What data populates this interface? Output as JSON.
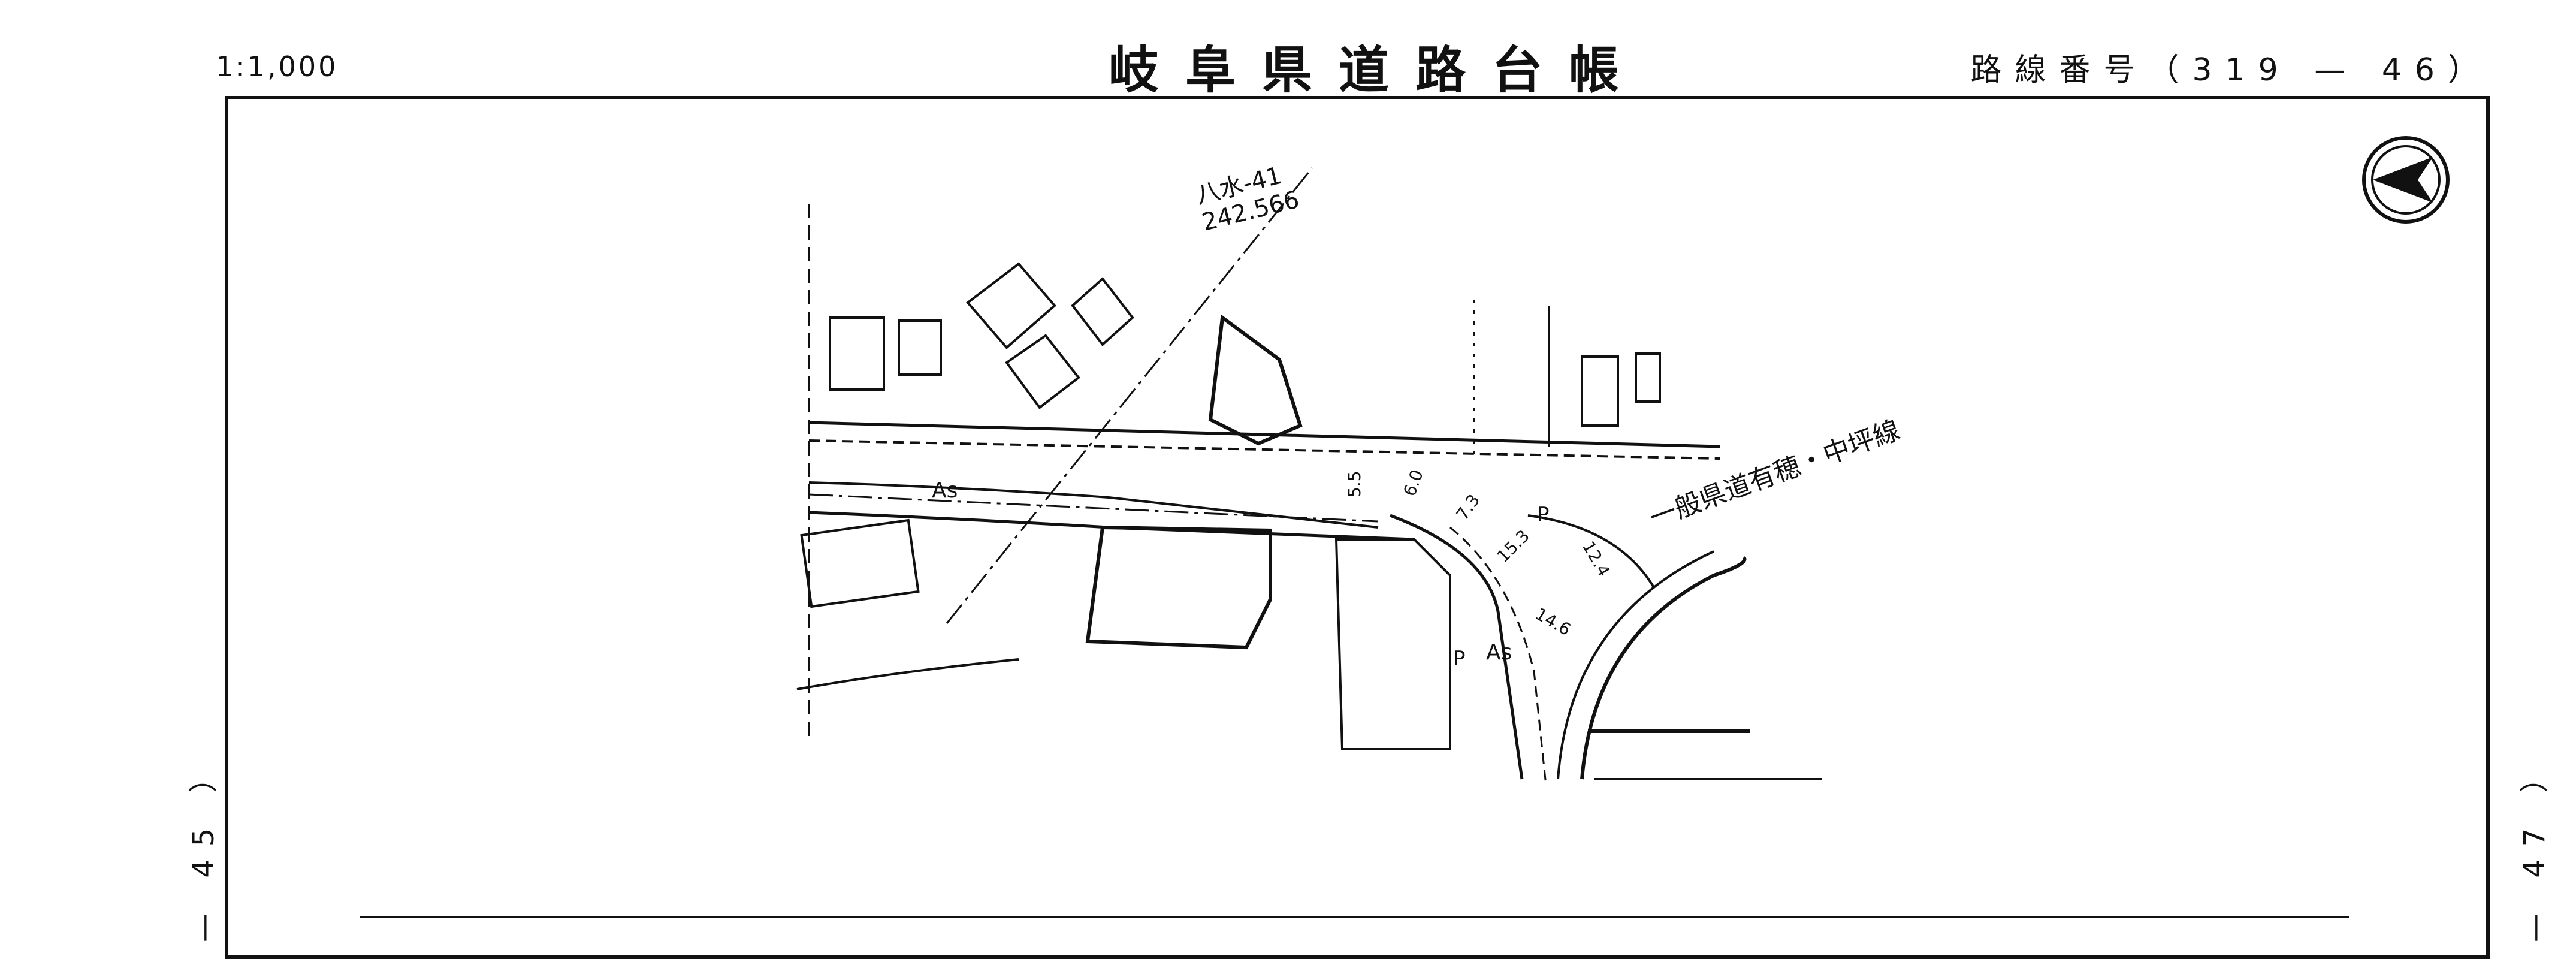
{
  "header": {
    "scale": "1:1,000",
    "title": "岐阜県道路台帳",
    "route_number": "路線番号（319 — 46）"
  },
  "side_labels": {
    "previous": "— 45 ）",
    "next": "— 47 ）"
  },
  "map": {
    "benchmark_name": "八水-41",
    "benchmark_elevation": "242.566",
    "road_name": "一般県道有穂・中坪線",
    "pavement_label": "As",
    "pole_label": "P",
    "widths": [
      "5.5",
      "6.0",
      "7.3",
      "15.3",
      "14.6",
      "12.4"
    ],
    "compass": "north-arrow-icon"
  }
}
